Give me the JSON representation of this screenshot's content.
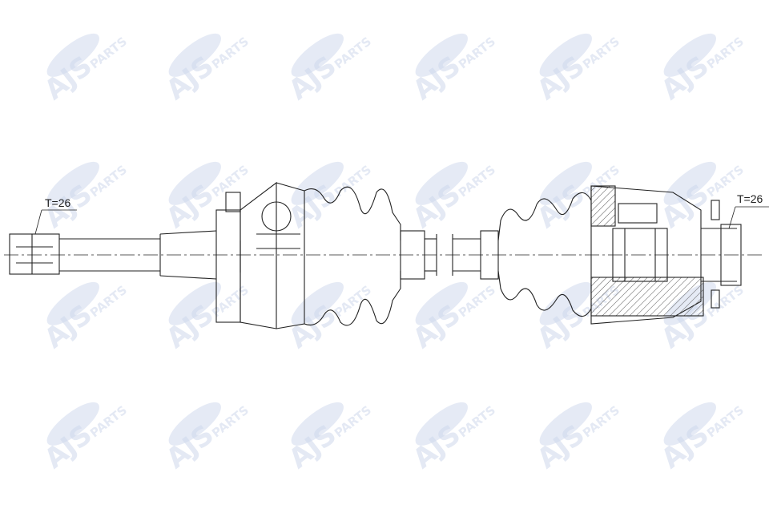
{
  "watermark": {
    "brand": "AJS",
    "word": "PARTS",
    "tint": "#cfd8ec"
  },
  "drawing": {
    "spline_left": "T=26",
    "spline_right": "T=26",
    "line_color": "#222222"
  }
}
